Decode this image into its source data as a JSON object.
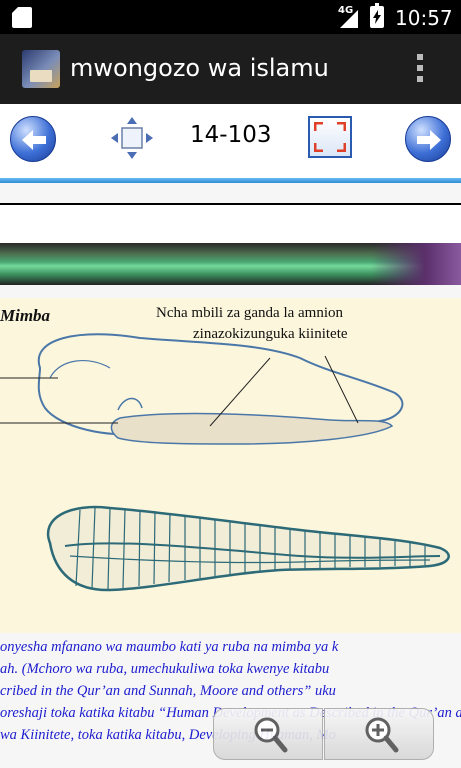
{
  "status_bar": {
    "network": "4G",
    "time": "10:57"
  },
  "app_bar": {
    "title": "mwongozo wa islamu"
  },
  "toolbar": {
    "page": "14-103"
  },
  "figure": {
    "caption_left": "Mimba",
    "label_line1": "Ncha mbili za ganda la amnion",
    "label_line2": "zinazokizunguka kiinitete"
  },
  "body_lines": [
    "onyesha mfanano wa maumbo kati ya ruba na mimba ya k",
    "ah. (Mchoro wa ruba, umechukuliwa toka kwenye kitabu",
    "cribed in the Qur’an and Sunnah, Moore and others” uku",
    "oreshaji toka katika kitabu “Human Development as Described in the Qur’an and Sunnah” (The Developing Human, Embryology”",
    " wa Kiinitete, toka katika kitabu, Developing Huaman, Mo"
  ],
  "colors": {
    "status_bg": "#000000",
    "appbar_bg": "#1d1d1d",
    "accent": "#2f8fd4",
    "body_text": "#1b1bd0",
    "figure_bg": "#fbf6dc"
  },
  "icons": {
    "prev": "arrow-left-icon",
    "next": "arrow-right-icon",
    "move": "move-icon",
    "fit": "fit-screen-icon",
    "zoom_out": "zoom-out-icon",
    "zoom_in": "zoom-in-icon",
    "menu": "overflow-menu-icon"
  }
}
